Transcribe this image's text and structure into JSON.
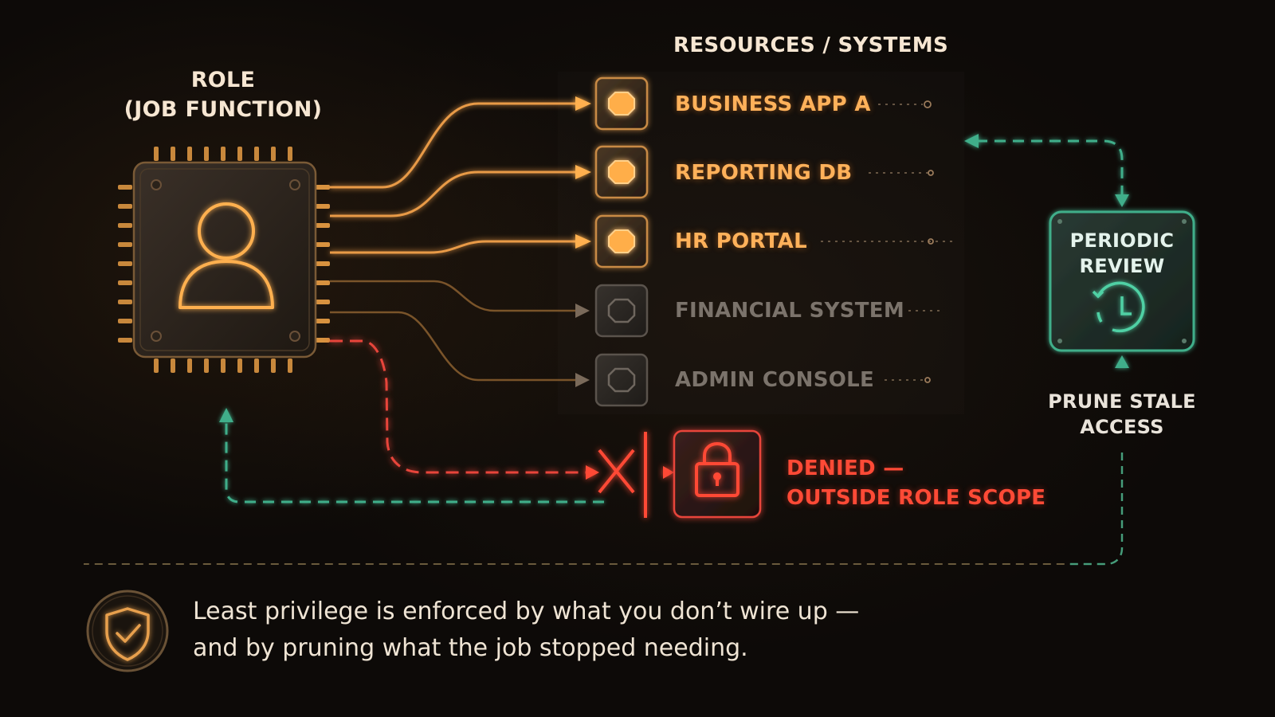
{
  "role": {
    "title_line1": "ROLE",
    "title_line2": "(JOB FUNCTION)",
    "icon": "person-icon"
  },
  "resources": {
    "header": "RESOURCES / SYSTEMS",
    "items": [
      {
        "label": "BUSINESS APP A",
        "status": "granted"
      },
      {
        "label": "REPORTING DB",
        "status": "granted"
      },
      {
        "label": "HR PORTAL",
        "status": "granted"
      },
      {
        "label": "FINANCIAL SYSTEM",
        "status": "not-wired"
      },
      {
        "label": "ADMIN CONSOLE",
        "status": "not-wired"
      }
    ]
  },
  "denied": {
    "line1": "DENIED —",
    "line2": "OUTSIDE ROLE SCOPE",
    "icon": "lock-icon"
  },
  "review": {
    "line1": "PERIODIC",
    "line2": "REVIEW",
    "icon": "clock-icon"
  },
  "prune": {
    "line1": "PRUNE STALE",
    "line2": "ACCESS"
  },
  "footer": {
    "icon": "shield-check-icon",
    "line1": "Least privilege is enforced by what you don’t wire up —",
    "line2": "and by pruning what the job stopped needing."
  },
  "colors": {
    "active": "#ffa848",
    "inactive": "#6e665e",
    "denied": "#ff3b2e",
    "review": "#3fae8a",
    "background": "#0d0a08"
  }
}
